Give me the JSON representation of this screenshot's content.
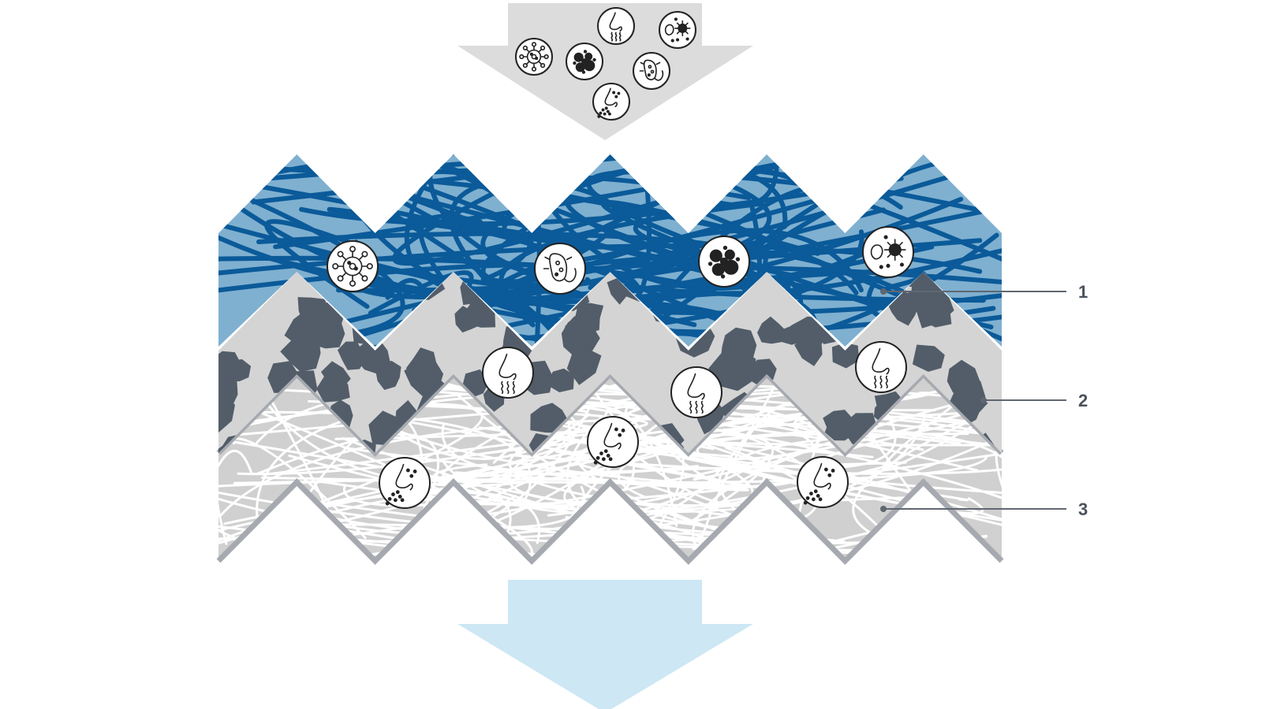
{
  "colors": {
    "background": "#ffffff",
    "inflow_arrow": "#dcdcdc",
    "outflow_arrow": "#cde7f4",
    "layer1_fill": "#7fb0d0",
    "layer1_fiber": "#0b5a99",
    "layer2_fill": "#d4d4d4",
    "layer2_particle": "#525d69",
    "layer3_fill": "#d0d0d0",
    "layer3_fiber": "#ffffff",
    "layer_edge": "#a6aab0",
    "icon_fill": "#ffffff",
    "icon_stroke": "#222222",
    "callout_line": "#5f6770",
    "callout_text": "#4a525b"
  },
  "icons": {
    "virus": "virus-icon",
    "bacteria": "bacteria-icon",
    "dust": "dust-particles-icon",
    "microbes": "microbes-icon",
    "odor": "odor-nose-icon",
    "fine_dust": "fine-dust-nose-icon"
  },
  "callouts": [
    {
      "label": "1"
    },
    {
      "label": "2"
    },
    {
      "label": "3"
    }
  ]
}
